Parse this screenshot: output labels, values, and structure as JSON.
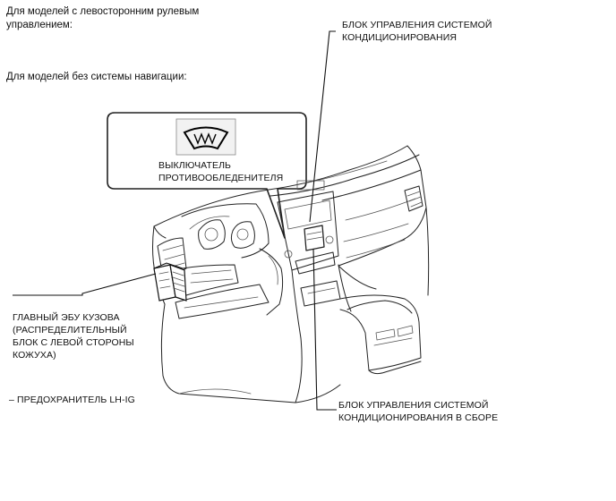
{
  "header": {
    "steering_note": "Для моделей с левосторонним рулевым\nуправлением:",
    "navigation_note": "Для моделей без системы навигации:"
  },
  "callout": {
    "icon": "windshield-defogger-icon",
    "label": "ВЫКЛЮЧАТЕЛЬ\nПРОТИВООБЛЕДЕНИТЕЛЯ"
  },
  "labels": {
    "ac_control_unit": "БЛОК УПРАВЛЕНИЯ СИСТЕМОЙ\nКОНДИЦИОНИРОВАНИЯ",
    "main_body_ecu": "ГЛАВНЫЙ ЭБУ КУЗОВА\n(РАСПРЕДЕЛИТЕЛЬНЫЙ\nБЛОК С ЛЕВОЙ СТОРОНЫ\nКОЖУХА)",
    "fuse": "– ПРЕДОХРАНИТЕЛЬ LH-IG",
    "ac_control_assembly": "БЛОК УПРАВЛЕНИЯ СИСТЕМОЙ\nКОНДИЦИОНИРОВАНИЯ В СБОРЕ"
  },
  "colors": {
    "line": "#222222",
    "background": "#ffffff"
  }
}
